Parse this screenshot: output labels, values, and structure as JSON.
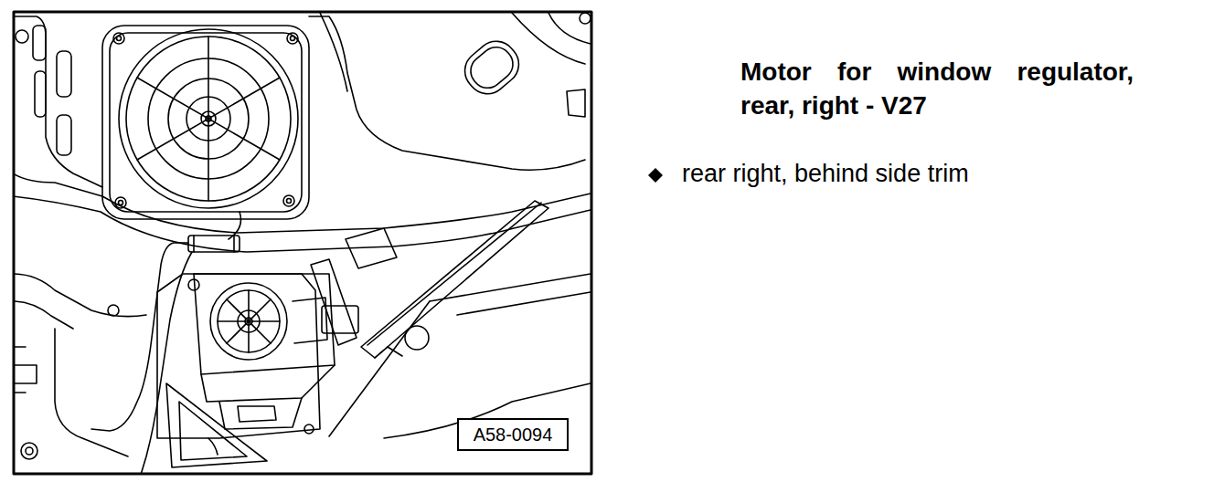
{
  "diagram": {
    "title": "Motor for window regulator, rear, right - V27",
    "nodes": [
      {
        "text": [
          "A58-0094"
        ]
      }
    ],
    "labels": [
      "rear right, behind side trim"
    ]
  }
}
